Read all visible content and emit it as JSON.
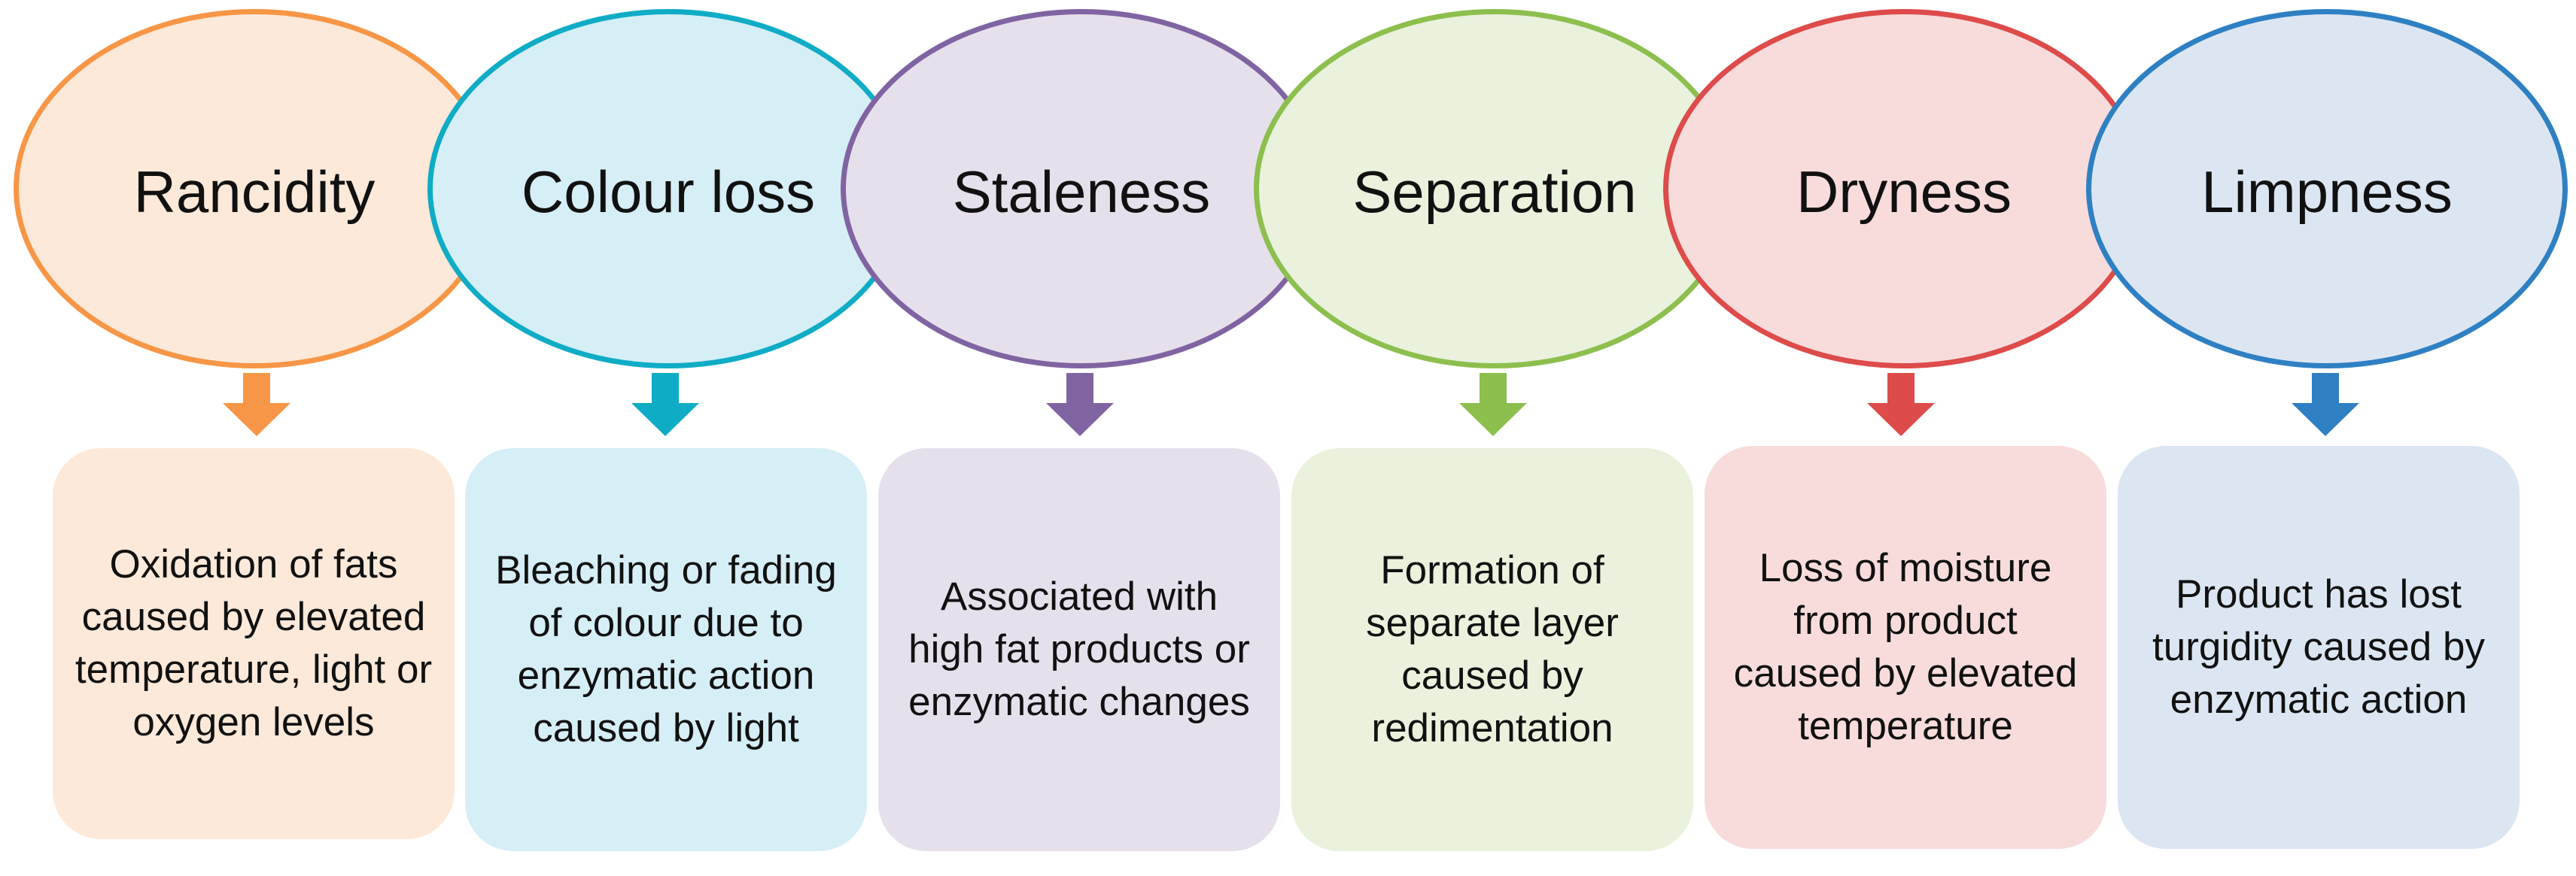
{
  "columns": [
    {
      "title": "Rancidity",
      "description": "Oxidation of fats caused by elevated temperature, light or oxygen levels",
      "accent_color": "#F79646",
      "ellipse_fill": "#FDE9D9",
      "box_fill": "#FDE9D9"
    },
    {
      "title": "Colour loss",
      "description": "Bleaching or fading of colour due to enzymatic action caused by light",
      "accent_color": "#0FACC6",
      "ellipse_fill": "#D6EEF6",
      "box_fill": "#D6EEF6"
    },
    {
      "title": "Staleness",
      "description": "Associated with high fat products or enzymatic changes",
      "accent_color": "#8064A2",
      "ellipse_fill": "#E6E0EC",
      "box_fill": "#E6E0EC"
    },
    {
      "title": "Separation",
      "description": "Formation of separate layer caused by redimentation",
      "accent_color": "#8DBF4E",
      "ellipse_fill": "#EAF1DD",
      "box_fill": "#EAF1DD"
    },
    {
      "title": "Dryness",
      "description": "Loss of moisture from product caused by elevated temperature",
      "accent_color": "#DD4B4B",
      "ellipse_fill": "#F8DCDC",
      "box_fill": "#F8DCDC"
    },
    {
      "title": "Limpness",
      "description": "Product has lost turgidity caused by enzymatic action",
      "accent_color": "#2F80C3",
      "ellipse_fill": "#DCE6F2",
      "box_fill": "#DCE6F2"
    }
  ]
}
